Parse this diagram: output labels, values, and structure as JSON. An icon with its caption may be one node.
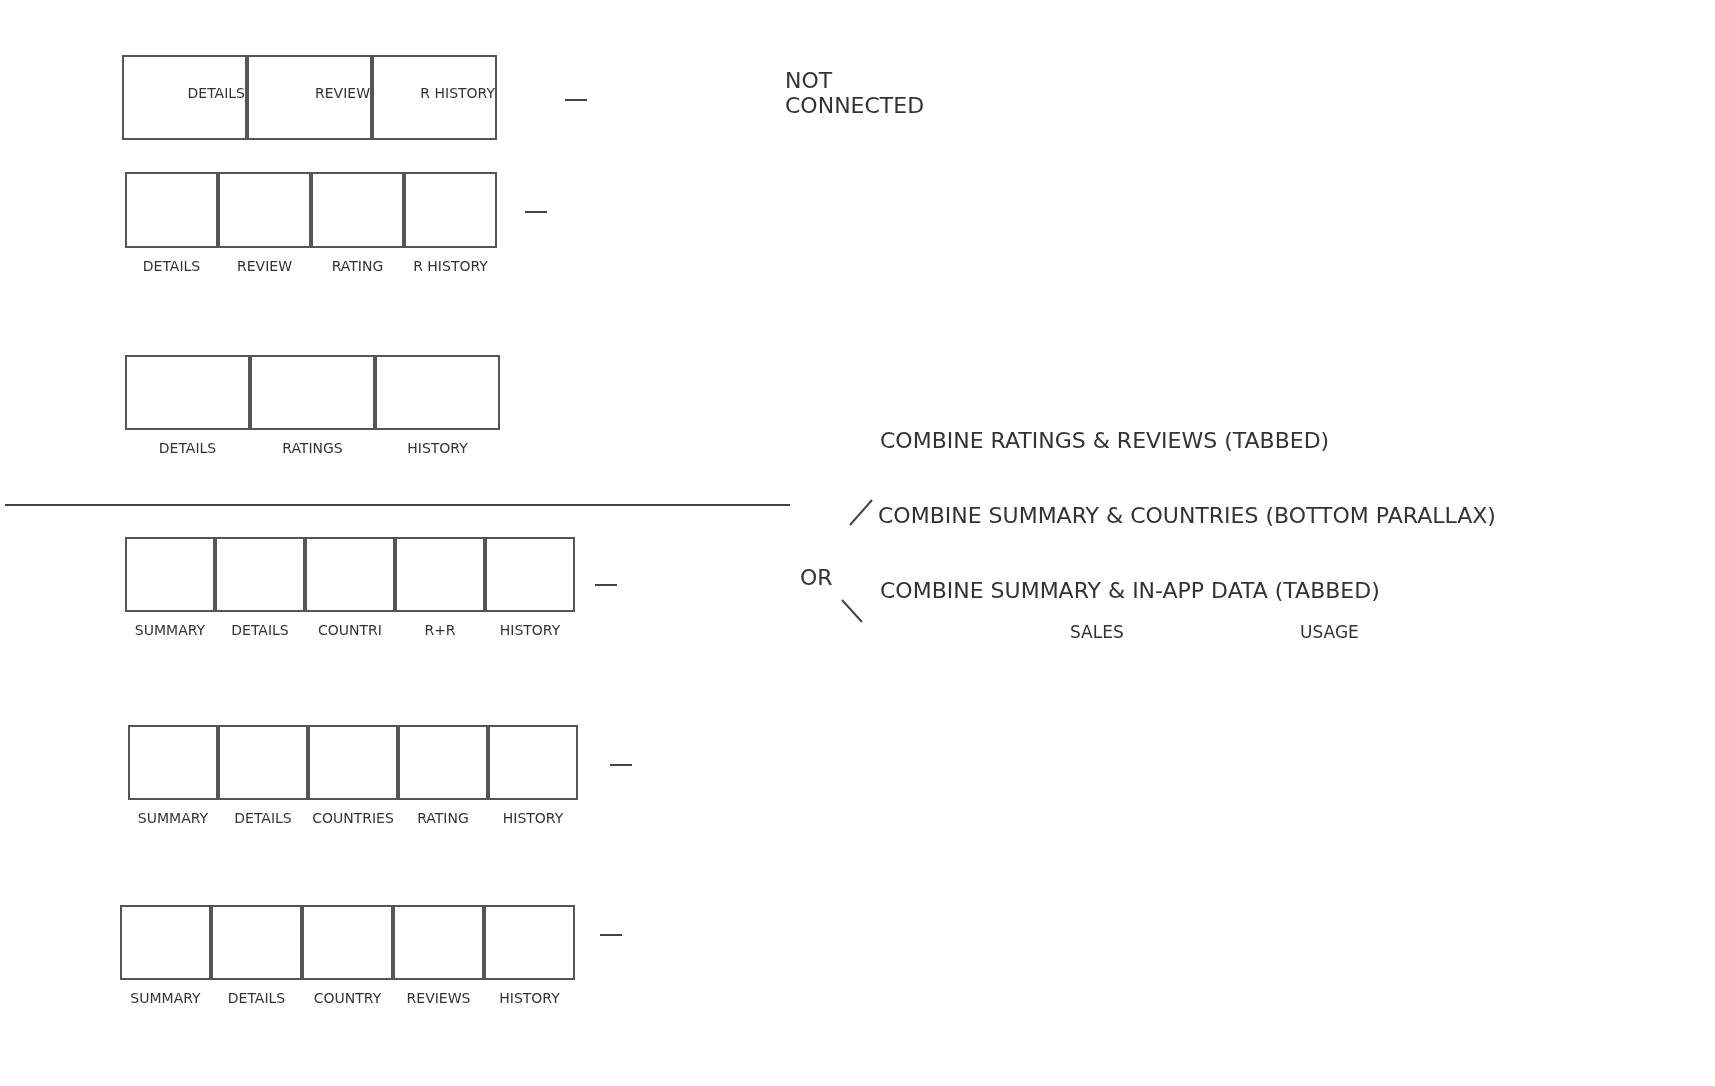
{
  "diagram": {
    "nodes": [
      {
        "text": [
          "DETAILS"
        ]
      },
      {
        "text": [
          "REVIEW"
        ]
      },
      {
        "text": [
          "R HISTORY"
        ]
      },
      {
        "text": [
          "DETAILS"
        ]
      },
      {
        "text": [
          "REVIEW"
        ]
      },
      {
        "text": [
          "RATING"
        ]
      },
      {
        "text": [
          "R HISTORY"
        ]
      },
      {
        "text": [
          "DETAILS"
        ]
      },
      {
        "text": [
          "RATINGS"
        ]
      },
      {
        "text": [
          "HISTORY"
        ]
      },
      {
        "text": [
          "SUMMARY"
        ]
      },
      {
        "text": [
          "DETAILS"
        ]
      },
      {
        "text": [
          "COUNTRI"
        ]
      },
      {
        "text": [
          "R+R"
        ]
      },
      {
        "text": [
          "HISTORY"
        ]
      },
      {
        "text": [
          "SUMMARY"
        ]
      },
      {
        "text": [
          "DETAILS"
        ]
      },
      {
        "text": [
          "COUNTRIES"
        ]
      },
      {
        "text": [
          "RATING"
        ]
      },
      {
        "text": [
          "HISTORY"
        ]
      },
      {
        "text": [
          "SUMMARY"
        ]
      },
      {
        "text": [
          "DETAILS"
        ]
      },
      {
        "text": [
          "COUNTRY"
        ]
      },
      {
        "text": [
          "REVIEWS"
        ]
      },
      {
        "text": [
          "HISTORY"
        ]
      }
    ],
    "edges": [],
    "labels": [
      "NOT CONNECTED",
      "COMBINE RATINGS & REVIEWS (TABBED)",
      "COMBINE SUMMARY & COUNTRIES (BOTTOM PARALLAX)",
      "OR",
      "COMBINE SUMMARY & IN-APP DATA (TABBED)",
      "SALES",
      "USAGE"
    ]
  }
}
